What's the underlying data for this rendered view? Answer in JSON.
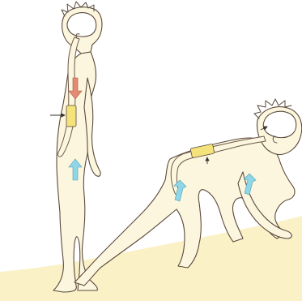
{
  "image": {
    "caption": "",
    "labels": []
  },
  "palette": {
    "background": "#ffffff",
    "ground": "#fbf1c7",
    "body_fill": "#fdf6de",
    "outline": "#5a4a3c",
    "brain_fill": "#ffffff",
    "spine_outline": "#6b5a4a",
    "highlight_segment": "#f4e27a",
    "arrow_down": "#e58a72",
    "arrow_up": "#8fd6e8",
    "pointer": "#333333"
  },
  "figures": [
    {
      "name": "standing-figure",
      "pose": "upright"
    },
    {
      "name": "crawling-figure",
      "pose": "quadruped"
    }
  ],
  "arrows": [
    {
      "name": "downward-arrow",
      "figure": "standing-figure",
      "direction": "down",
      "color_key": "arrow_down"
    },
    {
      "name": "upward-arrow-standing",
      "figure": "standing-figure",
      "direction": "up",
      "color_key": "arrow_up"
    },
    {
      "name": "upward-arrow-crawling-leg",
      "figure": "crawling-figure",
      "direction": "up",
      "color_key": "arrow_up"
    },
    {
      "name": "upward-arrow-crawling-arm",
      "figure": "crawling-figure",
      "direction": "up",
      "color_key": "arrow_up"
    }
  ]
}
